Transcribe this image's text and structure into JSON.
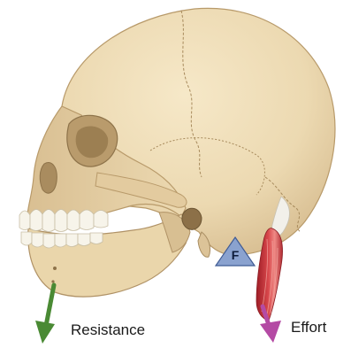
{
  "labels": {
    "resistance": "Resistance",
    "effort": "Effort",
    "fulcrum": "F"
  },
  "colors": {
    "bone": "#ecd9b1",
    "bone_shadow": "#cdb287",
    "bone_outline": "#a88d62",
    "muscle": "#c8323a",
    "muscle_light": "#e87a78",
    "tendon": "#f2f0ea",
    "fulcrum_fill": "#8aa2cf",
    "fulcrum_outline": "#3f5b94",
    "resistance_arrow": "#4a8a34",
    "effort_arrow": "#b44aa4",
    "teeth": "#f7f4ea"
  },
  "icons": {
    "fulcrum": "triangle-icon",
    "resistance": "arrow-down-icon",
    "effort": "arrow-down-icon"
  }
}
